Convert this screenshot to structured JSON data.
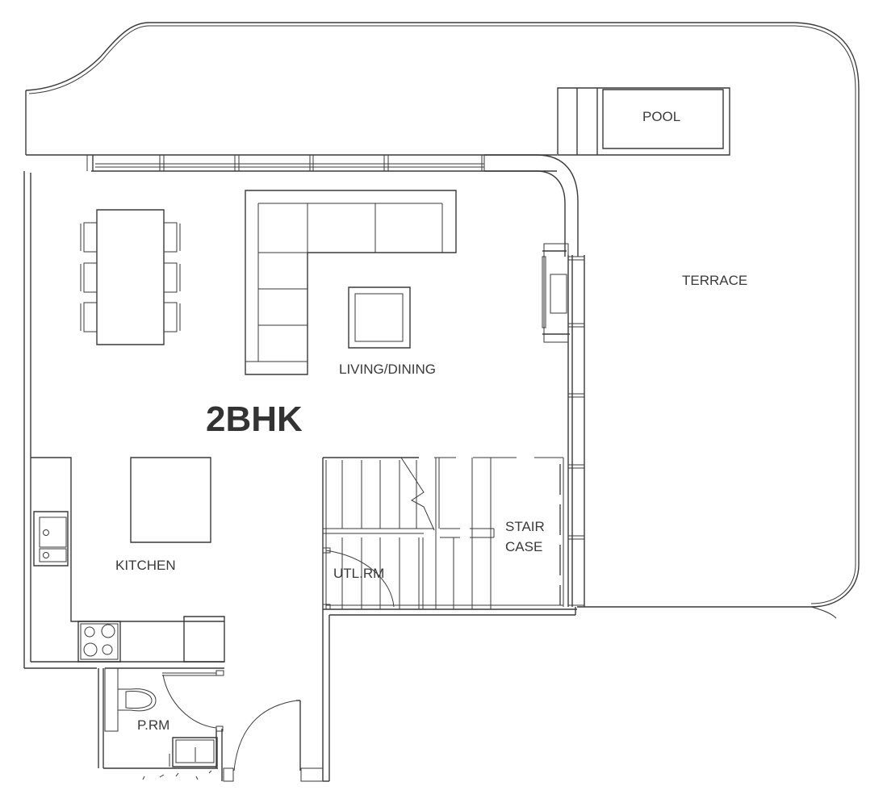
{
  "title": "2BHK",
  "colors": {
    "line": "#3a3a3a",
    "text": "#3a3a3a",
    "title_text": "#333333",
    "background": "#ffffff"
  },
  "rooms": {
    "pool": "POOL",
    "terrace": "TERRACE",
    "living_dining": "LIVING/DINING",
    "kitchen": "KITCHEN",
    "stair_line1": "STAIR",
    "stair_line2": "CASE",
    "utility": "UTL.RM",
    "powder_room": "P.RM"
  },
  "furniture": [
    "dining-table-6-chairs",
    "l-shaped-sofa",
    "coffee-table",
    "tv-unit",
    "kitchen-island",
    "double-sink",
    "4-burner-cooktop",
    "refrigerator",
    "toilet",
    "wash-basin"
  ]
}
